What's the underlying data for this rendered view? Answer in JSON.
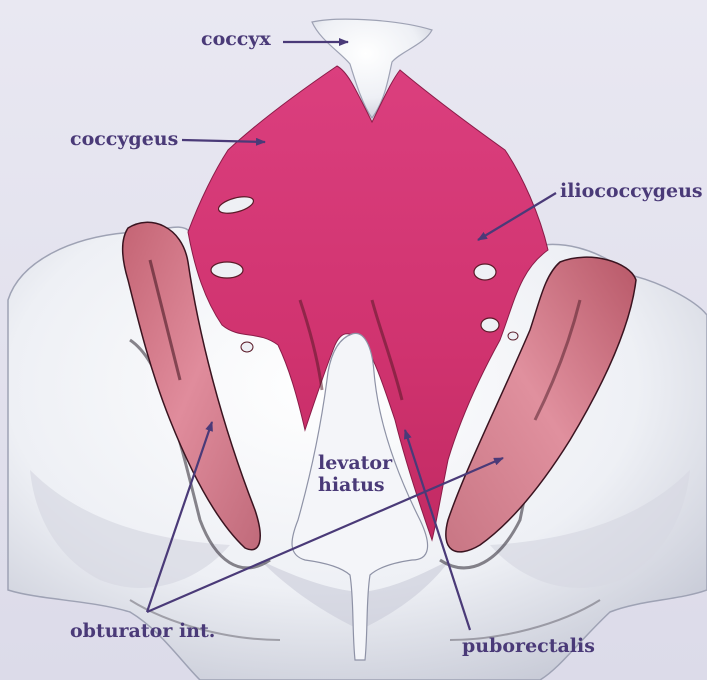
{
  "labels": {
    "coccyx": "coccyx",
    "coccygeus": "coccygeus",
    "iliococcygeus": "iliococcygeus",
    "levator_line1": "levator",
    "levator_line2": "hiatus",
    "obturator": "obturator int.",
    "puborectalis": "puborectalis"
  },
  "colors": {
    "background": "#e6e4f0",
    "bone": "#f3f4f8",
    "bone_shadow": "#b9bccb",
    "muscle_main": "#d63a78",
    "muscle_side": "#d27b8c",
    "muscle_dark": "#5a1a28",
    "label": "#4a3a78"
  }
}
